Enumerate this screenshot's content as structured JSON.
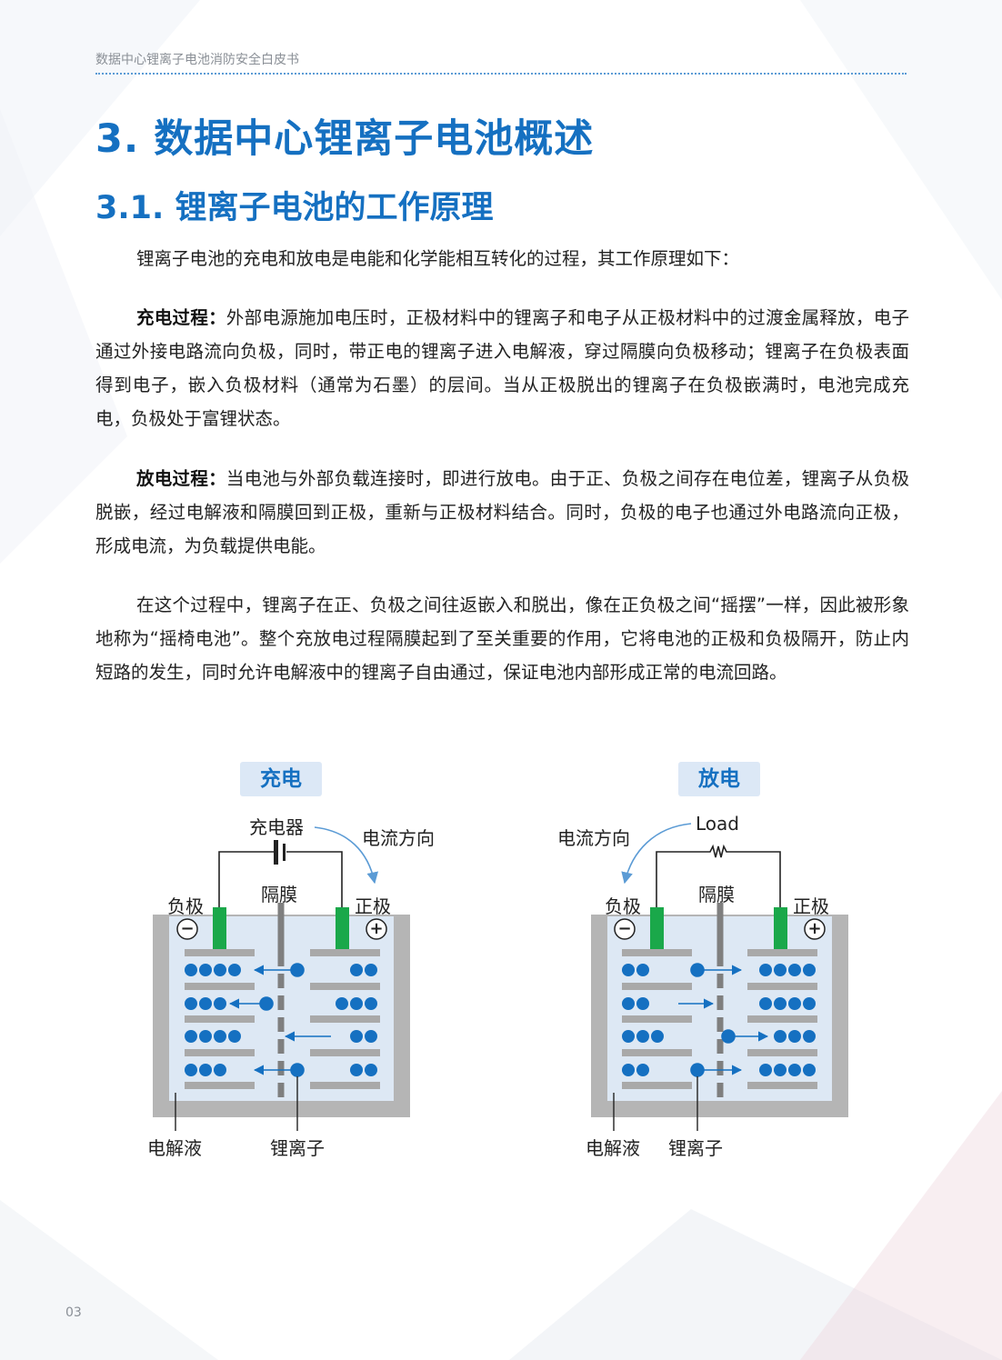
{
  "header": {
    "running_title": "数据中心锂离子电池消防安全白皮书"
  },
  "section": {
    "title": "3. 数据中心锂离子电池概述",
    "subsection_title": "3.1. 锂离子电池的工作原理"
  },
  "body": {
    "intro": "锂离子电池的充电和放电是电能和化学能相互转化的过程，其工作原理如下：",
    "charging_label": "充电过程：",
    "charging_text": "外部电源施加电压时，正极材料中的锂离子和电子从正极材料中的过渡金属释放，电子通过外接电路流向负极，同时，带正电的锂离子进入电解液，穿过隔膜向负极移动；锂离子在负极表面得到电子，嵌入负极材料（通常为石墨）的层间。当从正极脱出的锂离子在负极嵌满时，电池完成充电，负极处于富锂状态。",
    "discharging_label": "放电过程：",
    "discharging_text": "当电池与外部负载连接时，即进行放电。由于正、负极之间存在电位差，锂离子从负极脱嵌，经过电解液和隔膜回到正极，重新与正极材料结合。同时，负极的电子也通过外电路流向正极，形成电流，为负载提供电能。",
    "rocking_text": "在这个过程中，锂离子在正、负极之间往返嵌入和脱出，像在正负极之间“摇摆”一样，因此被形象地称为“摇椅电池”。整个充放电过程隔膜起到了至关重要的作用，它将电池的正极和负极隔开，防止内短路的发生，同时允许电解液中的锂离子自由通过，保证电池内部形成正常的电流回路。"
  },
  "diagrams": {
    "charge": {
      "title": "充电",
      "source_label": "充电器",
      "current_label": "电流方向",
      "separator_label": "隔膜",
      "negative_label": "负极",
      "positive_label": "正极",
      "negative_sign": "−",
      "positive_sign": "+",
      "electrolyte_label": "电解液",
      "ion_label": "锂离子",
      "anode_ion_counts": [
        4,
        3,
        4,
        3
      ],
      "cathode_ion_counts": [
        2,
        3,
        2,
        2
      ],
      "ion_direction": "to-negative"
    },
    "discharge": {
      "title": "放电",
      "source_label": "Load",
      "current_label": "电流方向",
      "separator_label": "隔膜",
      "negative_label": "负极",
      "positive_label": "正极",
      "negative_sign": "−",
      "positive_sign": "+",
      "electrolyte_label": "电解液",
      "ion_label": "锂离子",
      "anode_ion_counts": [
        2,
        2,
        3,
        2
      ],
      "cathode_ion_counts": [
        4,
        4,
        3,
        4
      ],
      "ion_direction": "to-positive"
    }
  },
  "colors": {
    "heading_blue": "#1570c1",
    "ion_blue": "#1570c1",
    "electrode_green": "#1aa84a",
    "separator_gray": "#7f7f7f",
    "electrolyte_fill": "#dde8f4",
    "case_gray": "#b5b5b5",
    "pill_background": "#dce8f6",
    "arrow_light_blue": "#5b9bd5"
  },
  "footer": {
    "page_number": "03"
  }
}
